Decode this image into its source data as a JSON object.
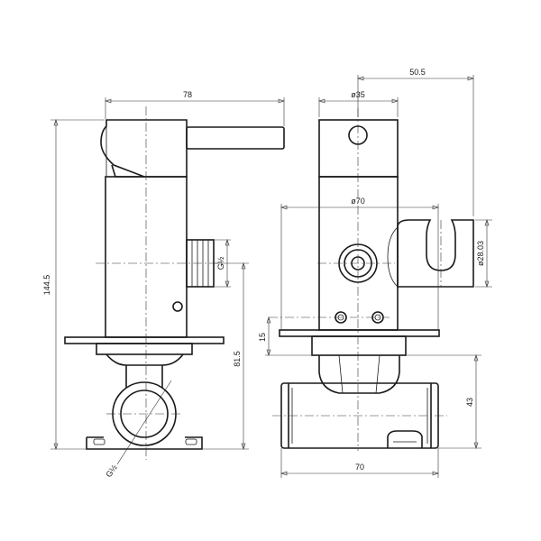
{
  "dimensions": {
    "front_width": "78",
    "front_height": "144.5",
    "outlet_thread": "G½",
    "inlet_thread": "G½",
    "floor_height": "81.5",
    "handle_diameter": "ø35",
    "handle_offset": "50.5",
    "body_diameter": "ø70",
    "holder_diameter": "ø28.03",
    "flange_thickness": "15",
    "body_height": "43",
    "base_width": "70"
  }
}
